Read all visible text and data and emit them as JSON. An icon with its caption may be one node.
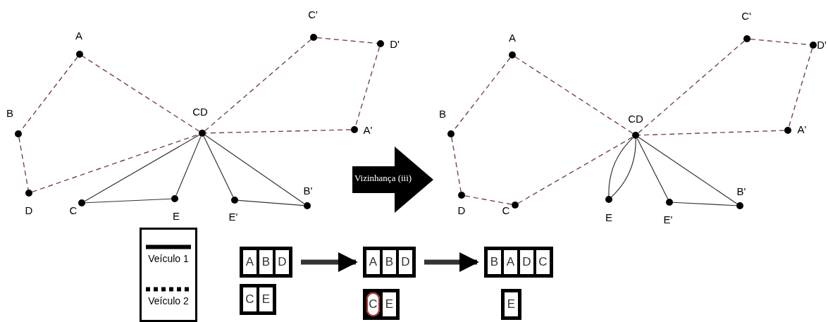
{
  "diagram": {
    "nodes": [
      {
        "text": [],
        "shape": "circle",
        "beside": [
          "CD"
        ]
      },
      {
        "text": [],
        "shape": "circle",
        "beside": [
          "A"
        ]
      },
      {
        "text": [],
        "shape": "circle",
        "beside": [
          "B"
        ]
      },
      {
        "text": [],
        "shape": "circle",
        "beside": [
          "D"
        ]
      },
      {
        "text": [],
        "shape": "circle",
        "beside": [
          "C"
        ]
      },
      {
        "text": [],
        "shape": "circle",
        "beside": [
          "E"
        ]
      },
      {
        "text": [],
        "shape": "circle",
        "beside": [
          "E'"
        ]
      },
      {
        "text": [],
        "shape": "circle",
        "beside": [
          "B'"
        ]
      },
      {
        "text": [],
        "shape": "circle",
        "beside": [
          "A'"
        ]
      },
      {
        "text": [],
        "shape": "circle",
        "beside": [
          "C'"
        ]
      },
      {
        "text": [],
        "shape": "circle",
        "beside": [
          "D'"
        ]
      },
      {
        "text": [
          "Vizinhança (iii)"
        ]
      },
      {
        "text": [],
        "shape": "circle",
        "beside": [
          "CD"
        ]
      },
      {
        "text": [],
        "shape": "circle",
        "beside": [
          "A"
        ]
      },
      {
        "text": [],
        "shape": "circle",
        "beside": [
          "B"
        ]
      },
      {
        "text": [],
        "shape": "circle",
        "beside": [
          "D"
        ]
      },
      {
        "text": [],
        "shape": "circle",
        "beside": [
          "C"
        ]
      },
      {
        "text": [],
        "shape": "circle",
        "beside": [
          "E"
        ]
      },
      {
        "text": [],
        "shape": "circle",
        "beside": [
          "E'"
        ]
      },
      {
        "text": [],
        "shape": "circle",
        "beside": [
          "B'"
        ]
      },
      {
        "text": [],
        "shape": "circle",
        "beside": [
          "A'"
        ]
      },
      {
        "text": [],
        "shape": "circle",
        "beside": [
          "C'"
        ]
      },
      {
        "text": [],
        "shape": "circle",
        "beside": [
          "D'"
        ]
      },
      {
        "text": [
          "A",
          "B",
          "D"
        ]
      },
      {
        "text": [
          "C",
          "E"
        ]
      },
      {
        "text": [
          "A",
          "B",
          "D"
        ]
      },
      {
        "text": [
          "C",
          "E"
        ]
      },
      {
        "text": [
          "B",
          "A",
          "D",
          "C"
        ]
      },
      {
        "text": [
          "E"
        ]
      }
    ],
    "edges": [
      {
        "from": 0,
        "to": 1,
        "arrow": "none",
        "style": "dashed",
        "color": "#7a4545"
      },
      {
        "from": 1,
        "to": 2,
        "arrow": "none",
        "style": "dashed",
        "color": "#7a4545"
      },
      {
        "from": 2,
        "to": 3,
        "arrow": "none",
        "style": "dashed",
        "color": "#7a4545"
      },
      {
        "from": 3,
        "to": 0,
        "arrow": "none",
        "style": "dashed",
        "color": "#7a4545"
      },
      {
        "from": 0,
        "to": 9,
        "arrow": "none",
        "style": "dashed",
        "color": "#7a4545"
      },
      {
        "from": 9,
        "to": 10,
        "arrow": "none",
        "style": "dashed",
        "color": "#7a4545"
      },
      {
        "from": 10,
        "to": 8,
        "arrow": "none",
        "style": "dashed",
        "color": "#7a4545"
      },
      {
        "from": 8,
        "to": 0,
        "arrow": "none",
        "style": "dashed",
        "color": "#7a4545"
      },
      {
        "from": 0,
        "to": 4,
        "arrow": "none"
      },
      {
        "from": 4,
        "to": 5,
        "arrow": "none"
      },
      {
        "from": 5,
        "to": 0,
        "arrow": "none"
      },
      {
        "from": 0,
        "to": 6,
        "arrow": "none"
      },
      {
        "from": 6,
        "to": 7,
        "arrow": "none"
      },
      {
        "from": 7,
        "to": 0,
        "arrow": "none"
      },
      {
        "from": 12,
        "to": 13,
        "arrow": "none",
        "style": "dashed",
        "color": "#7a4545"
      },
      {
        "from": 13,
        "to": 14,
        "arrow": "none",
        "style": "dashed",
        "color": "#7a4545"
      },
      {
        "from": 14,
        "to": 15,
        "arrow": "none",
        "style": "dashed",
        "color": "#7a4545"
      },
      {
        "from": 15,
        "to": 16,
        "arrow": "none",
        "style": "dashed",
        "color": "#7a4545"
      },
      {
        "from": 16,
        "to": 12,
        "arrow": "none",
        "style": "dashed",
        "color": "#7a4545"
      },
      {
        "from": 12,
        "to": 21,
        "arrow": "none",
        "style": "dashed",
        "color": "#7a4545"
      },
      {
        "from": 21,
        "to": 22,
        "arrow": "none",
        "style": "dashed",
        "color": "#7a4545"
      },
      {
        "from": 22,
        "to": 20,
        "arrow": "none",
        "style": "dashed",
        "color": "#7a4545"
      },
      {
        "from": 20,
        "to": 12,
        "arrow": "none",
        "style": "dashed",
        "color": "#7a4545"
      },
      {
        "from": 12,
        "to": 17,
        "arrow": "none"
      },
      {
        "from": 17,
        "to": 12,
        "arrow": "none"
      },
      {
        "from": 12,
        "to": 18,
        "arrow": "none"
      },
      {
        "from": 18,
        "to": 19,
        "arrow": "none"
      },
      {
        "from": 19,
        "to": 12,
        "arrow": "none"
      },
      {
        "from": 23,
        "to": 25,
        "arrow": "to",
        "style": "thick"
      },
      {
        "from": 25,
        "to": 27,
        "arrow": "to",
        "style": "thick"
      }
    ],
    "legend": [
      {
        "text": "Veículo 1"
      },
      {
        "text": "Veículo 2"
      }
    ]
  }
}
